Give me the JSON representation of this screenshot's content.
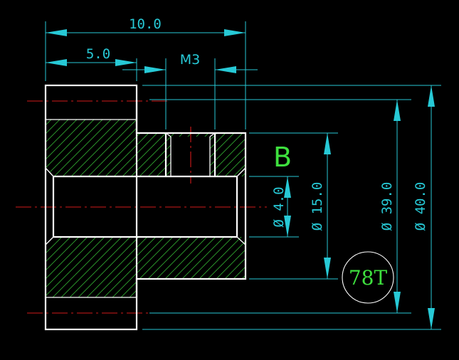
{
  "drawing": {
    "view_label": "B",
    "teeth_label": "78T",
    "colors": {
      "background": "#000000",
      "outline": "#ffffff",
      "dimension": "#27c9d6",
      "centerline": "#d21a1a",
      "hatch": "#2fa52f",
      "label": "#3ee03e"
    },
    "dimensions": {
      "overall_length": "10.0",
      "hub_length": "5.0",
      "set_screw": "M3",
      "bore_diameter": "Ø 4.0",
      "hub_diameter": "Ø 15.0",
      "root_diameter": "Ø 39.0",
      "outer_diameter": "Ø 40.0"
    }
  }
}
